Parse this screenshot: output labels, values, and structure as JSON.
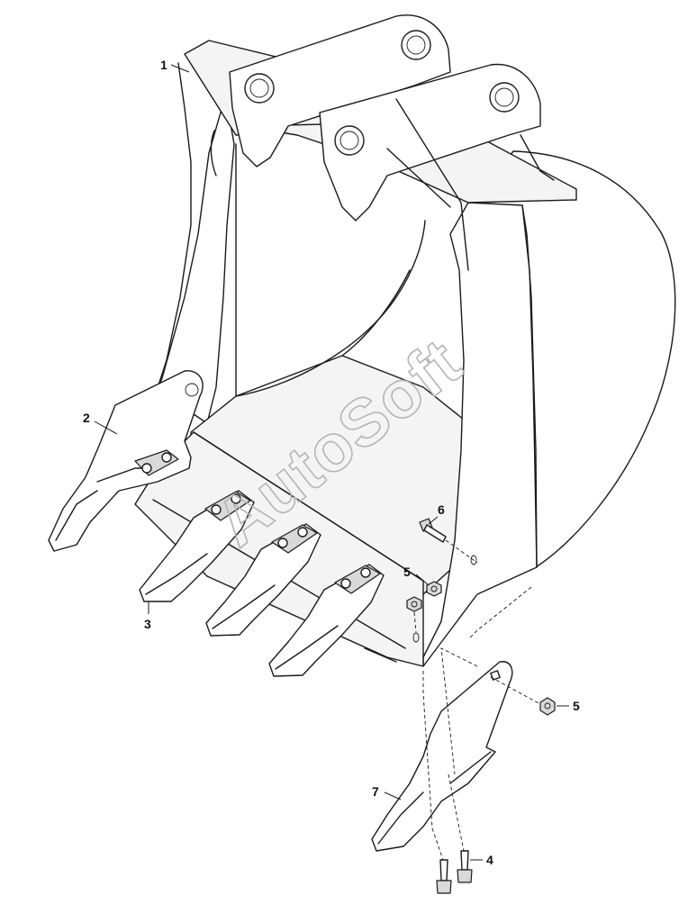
{
  "watermark": "AutoSoft",
  "callouts": {
    "c1": "1",
    "c2": "2",
    "c3": "3",
    "c4": "4",
    "c5a": "5",
    "c5b": "5",
    "c6": "6",
    "c7": "7"
  }
}
